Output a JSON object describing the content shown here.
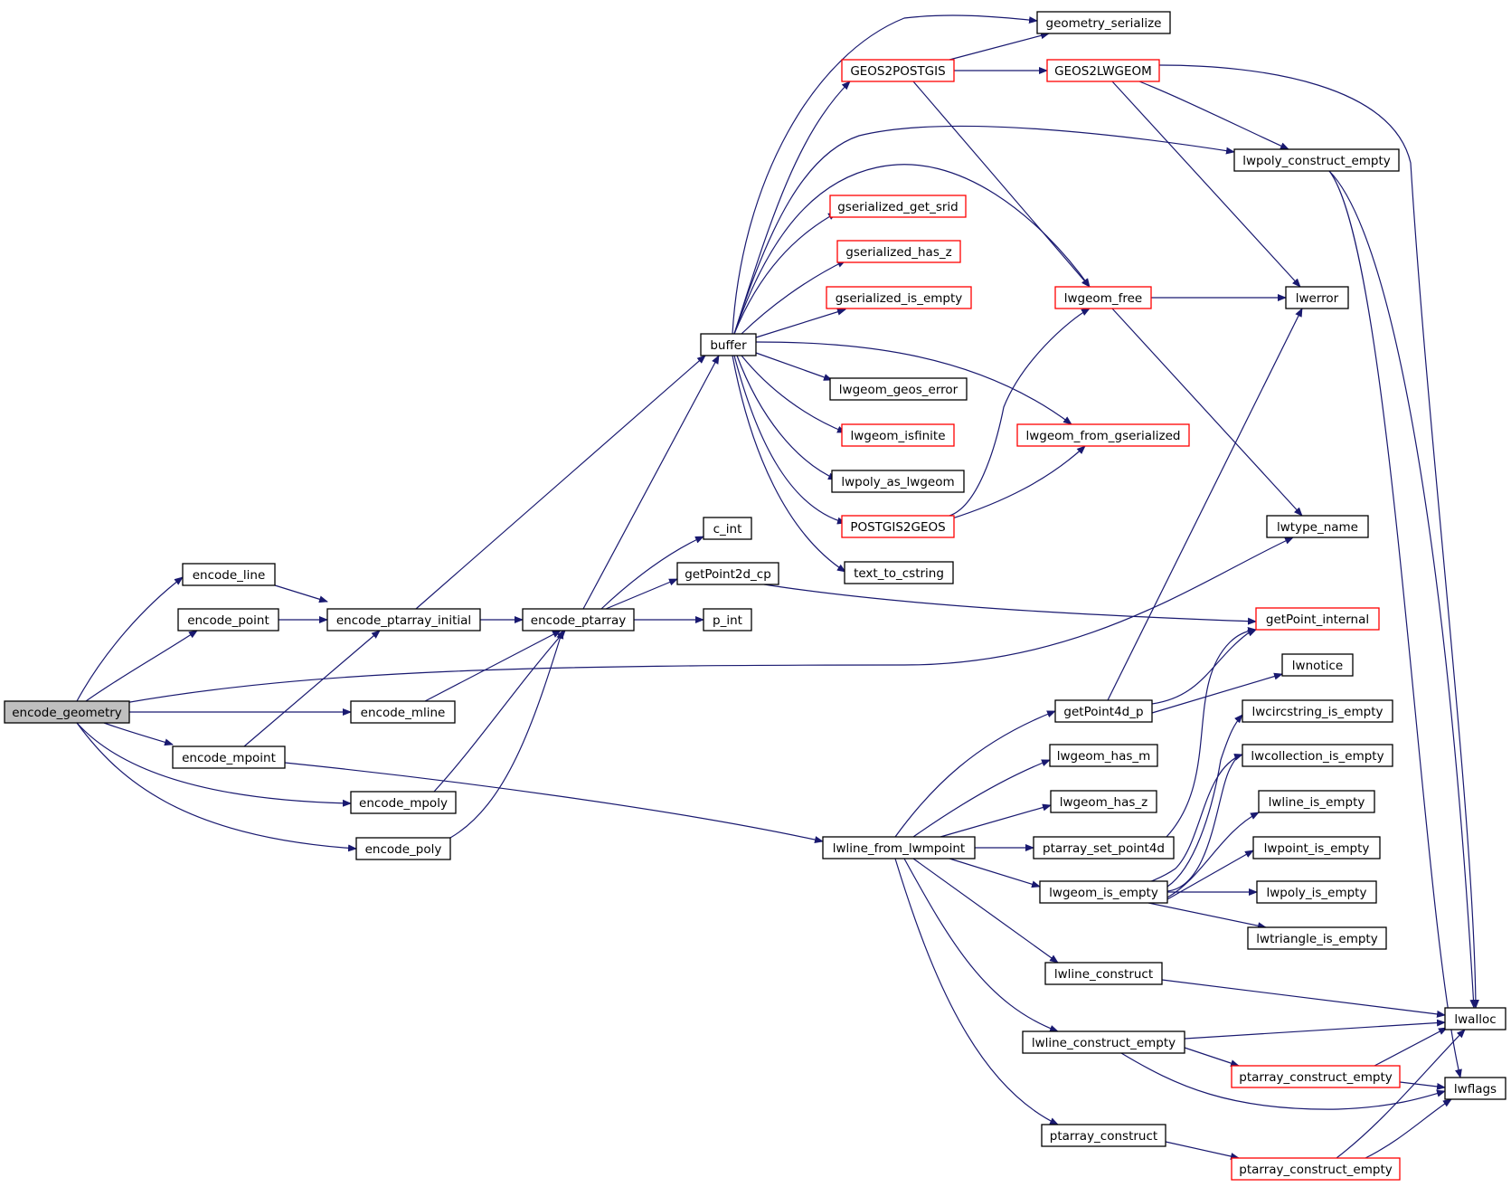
{
  "colors": {
    "edge": "#191970",
    "node_border": "#000000",
    "node_border_truncated": "#ff0000",
    "node_fill": "#ffffff",
    "root_fill": "#bfbfbf",
    "text": "#000000"
  },
  "nodes": [
    {
      "id": "encode_geometry",
      "label": "encode_geometry",
      "root": true
    },
    {
      "id": "encode_line",
      "label": "encode_line"
    },
    {
      "id": "encode_point",
      "label": "encode_point"
    },
    {
      "id": "encode_ptarray_initial",
      "label": "encode_ptarray_initial"
    },
    {
      "id": "encode_ptarray",
      "label": "encode_ptarray"
    },
    {
      "id": "encode_mline",
      "label": "encode_mline"
    },
    {
      "id": "encode_mpoint",
      "label": "encode_mpoint"
    },
    {
      "id": "encode_mpoly",
      "label": "encode_mpoly"
    },
    {
      "id": "encode_poly",
      "label": "encode_poly"
    },
    {
      "id": "buffer",
      "label": "buffer"
    },
    {
      "id": "c_int",
      "label": "c_int"
    },
    {
      "id": "getPoint2d_cp",
      "label": "getPoint2d_cp"
    },
    {
      "id": "p_int",
      "label": "p_int"
    },
    {
      "id": "geometry_serialize",
      "label": "geometry_serialize"
    },
    {
      "id": "GEOS2POSTGIS",
      "label": "GEOS2POSTGIS",
      "truncated": true
    },
    {
      "id": "GEOS2LWGEOM",
      "label": "GEOS2LWGEOM",
      "truncated": true
    },
    {
      "id": "lwpoly_construct_empty",
      "label": "lwpoly_construct_empty"
    },
    {
      "id": "gserialized_get_srid",
      "label": "gserialized_get_srid",
      "truncated": true
    },
    {
      "id": "gserialized_has_z",
      "label": "gserialized_has_z",
      "truncated": true
    },
    {
      "id": "gserialized_is_empty",
      "label": "gserialized_is_empty",
      "truncated": true
    },
    {
      "id": "lwgeom_free",
      "label": "lwgeom_free",
      "truncated": true
    },
    {
      "id": "lwerror",
      "label": "lwerror"
    },
    {
      "id": "lwgeom_geos_error",
      "label": "lwgeom_geos_error"
    },
    {
      "id": "lwgeom_isfinite",
      "label": "lwgeom_isfinite",
      "truncated": true
    },
    {
      "id": "lwgeom_from_gserialized",
      "label": "lwgeom_from_gserialized",
      "truncated": true
    },
    {
      "id": "lwpoly_as_lwgeom",
      "label": "lwpoly_as_lwgeom"
    },
    {
      "id": "POSTGIS2GEOS",
      "label": "POSTGIS2GEOS",
      "truncated": true
    },
    {
      "id": "lwtype_name",
      "label": "lwtype_name"
    },
    {
      "id": "text_to_cstring",
      "label": "text_to_cstring"
    },
    {
      "id": "getPoint_internal",
      "label": "getPoint_internal",
      "truncated": true
    },
    {
      "id": "lwnotice",
      "label": "lwnotice"
    },
    {
      "id": "getPoint4d_p",
      "label": "getPoint4d_p"
    },
    {
      "id": "lwcircstring_is_empty",
      "label": "lwcircstring_is_empty"
    },
    {
      "id": "lwgeom_has_m",
      "label": "lwgeom_has_m"
    },
    {
      "id": "lwcollection_is_empty",
      "label": "lwcollection_is_empty"
    },
    {
      "id": "lwgeom_has_z",
      "label": "lwgeom_has_z"
    },
    {
      "id": "lwline_is_empty",
      "label": "lwline_is_empty"
    },
    {
      "id": "lwline_from_lwmpoint",
      "label": "lwline_from_lwmpoint"
    },
    {
      "id": "ptarray_set_point4d",
      "label": "ptarray_set_point4d"
    },
    {
      "id": "lwpoint_is_empty",
      "label": "lwpoint_is_empty"
    },
    {
      "id": "lwgeom_is_empty",
      "label": "lwgeom_is_empty"
    },
    {
      "id": "lwpoly_is_empty",
      "label": "lwpoly_is_empty"
    },
    {
      "id": "lwtriangle_is_empty",
      "label": "lwtriangle_is_empty"
    },
    {
      "id": "lwline_construct",
      "label": "lwline_construct"
    },
    {
      "id": "lwalloc",
      "label": "lwalloc"
    },
    {
      "id": "lwline_construct_empty",
      "label": "lwline_construct_empty"
    },
    {
      "id": "ptarray_construct_empty_1",
      "label": "ptarray_construct_empty",
      "truncated": true
    },
    {
      "id": "lwflags",
      "label": "lwflags"
    },
    {
      "id": "ptarray_construct",
      "label": "ptarray_construct"
    },
    {
      "id": "ptarray_construct_empty_2",
      "label": "ptarray_construct_empty",
      "truncated": true
    }
  ],
  "edges": [
    {
      "from": "encode_geometry",
      "to": "encode_line"
    },
    {
      "from": "encode_geometry",
      "to": "encode_point"
    },
    {
      "from": "encode_geometry",
      "to": "lwtype_name"
    },
    {
      "from": "encode_geometry",
      "to": "encode_mline"
    },
    {
      "from": "encode_geometry",
      "to": "encode_mpoint"
    },
    {
      "from": "encode_geometry",
      "to": "encode_mpoly"
    },
    {
      "from": "encode_geometry",
      "to": "encode_poly"
    },
    {
      "from": "encode_line",
      "to": "encode_ptarray_initial"
    },
    {
      "from": "encode_point",
      "to": "encode_ptarray_initial"
    },
    {
      "from": "encode_mpoint",
      "to": "encode_ptarray_initial"
    },
    {
      "from": "encode_mpoint",
      "to": "lwline_from_lwmpoint"
    },
    {
      "from": "encode_mline",
      "to": "encode_ptarray"
    },
    {
      "from": "encode_mpoly",
      "to": "encode_ptarray"
    },
    {
      "from": "encode_poly",
      "to": "encode_ptarray"
    },
    {
      "from": "encode_ptarray_initial",
      "to": "buffer"
    },
    {
      "from": "encode_ptarray_initial",
      "to": "encode_ptarray"
    },
    {
      "from": "encode_ptarray",
      "to": "buffer"
    },
    {
      "from": "encode_ptarray",
      "to": "c_int"
    },
    {
      "from": "encode_ptarray",
      "to": "getPoint2d_cp"
    },
    {
      "from": "encode_ptarray",
      "to": "p_int"
    },
    {
      "from": "getPoint2d_cp",
      "to": "getPoint_internal"
    },
    {
      "from": "buffer",
      "to": "geometry_serialize"
    },
    {
      "from": "buffer",
      "to": "GEOS2POSTGIS"
    },
    {
      "from": "buffer",
      "to": "lwpoly_construct_empty"
    },
    {
      "from": "buffer",
      "to": "lwgeom_free"
    },
    {
      "from": "buffer",
      "to": "gserialized_get_srid"
    },
    {
      "from": "buffer",
      "to": "gserialized_has_z"
    },
    {
      "from": "buffer",
      "to": "gserialized_is_empty"
    },
    {
      "from": "buffer",
      "to": "lwgeom_geos_error"
    },
    {
      "from": "buffer",
      "to": "lwgeom_isfinite"
    },
    {
      "from": "buffer",
      "to": "lwgeom_from_gserialized"
    },
    {
      "from": "buffer",
      "to": "lwpoly_as_lwgeom"
    },
    {
      "from": "buffer",
      "to": "POSTGIS2GEOS"
    },
    {
      "from": "buffer",
      "to": "text_to_cstring"
    },
    {
      "from": "GEOS2POSTGIS",
      "to": "geometry_serialize"
    },
    {
      "from": "GEOS2POSTGIS",
      "to": "GEOS2LWGEOM"
    },
    {
      "from": "GEOS2POSTGIS",
      "to": "lwgeom_free"
    },
    {
      "from": "GEOS2LWGEOM",
      "to": "lwpoly_construct_empty"
    },
    {
      "from": "GEOS2LWGEOM",
      "to": "lwerror"
    },
    {
      "from": "GEOS2LWGEOM",
      "to": "lwalloc"
    },
    {
      "from": "lwpoly_construct_empty",
      "to": "lwalloc"
    },
    {
      "from": "lwpoly_construct_empty",
      "to": "lwflags"
    },
    {
      "from": "lwgeom_free",
      "to": "lwerror"
    },
    {
      "from": "lwgeom_free",
      "to": "lwtype_name"
    },
    {
      "from": "POSTGIS2GEOS",
      "to": "lwgeom_free"
    },
    {
      "from": "POSTGIS2GEOS",
      "to": "lwgeom_from_gserialized"
    },
    {
      "from": "lwline_from_lwmpoint",
      "to": "getPoint4d_p"
    },
    {
      "from": "lwline_from_lwmpoint",
      "to": "lwgeom_has_m"
    },
    {
      "from": "lwline_from_lwmpoint",
      "to": "lwgeom_has_z"
    },
    {
      "from": "lwline_from_lwmpoint",
      "to": "ptarray_set_point4d"
    },
    {
      "from": "lwline_from_lwmpoint",
      "to": "lwgeom_is_empty"
    },
    {
      "from": "lwline_from_lwmpoint",
      "to": "lwline_construct"
    },
    {
      "from": "lwline_from_lwmpoint",
      "to": "lwline_construct_empty"
    },
    {
      "from": "lwline_from_lwmpoint",
      "to": "ptarray_construct"
    },
    {
      "from": "getPoint4d_p",
      "to": "lwerror"
    },
    {
      "from": "getPoint4d_p",
      "to": "getPoint_internal"
    },
    {
      "from": "getPoint4d_p",
      "to": "lwnotice"
    },
    {
      "from": "ptarray_set_point4d",
      "to": "getPoint_internal"
    },
    {
      "from": "lwgeom_is_empty",
      "to": "lwcircstring_is_empty"
    },
    {
      "from": "lwgeom_is_empty",
      "to": "lwcollection_is_empty"
    },
    {
      "from": "lwgeom_is_empty",
      "to": "lwline_is_empty"
    },
    {
      "from": "lwgeom_is_empty",
      "to": "lwpoint_is_empty"
    },
    {
      "from": "lwgeom_is_empty",
      "to": "lwpoly_is_empty"
    },
    {
      "from": "lwgeom_is_empty",
      "to": "lwtriangle_is_empty"
    },
    {
      "from": "lwcollection_is_empty",
      "to": "lwgeom_is_empty"
    },
    {
      "from": "lwline_construct",
      "to": "lwalloc"
    },
    {
      "from": "lwline_construct_empty",
      "to": "lwalloc"
    },
    {
      "from": "lwline_construct_empty",
      "to": "ptarray_construct_empty_1"
    },
    {
      "from": "lwline_construct_empty",
      "to": "lwflags"
    },
    {
      "from": "ptarray_construct_empty_1",
      "to": "lwalloc"
    },
    {
      "from": "ptarray_construct_empty_1",
      "to": "lwflags"
    },
    {
      "from": "ptarray_construct",
      "to": "ptarray_construct_empty_2"
    },
    {
      "from": "ptarray_construct_empty_2",
      "to": "lwalloc"
    },
    {
      "from": "ptarray_construct_empty_2",
      "to": "lwflags"
    }
  ]
}
